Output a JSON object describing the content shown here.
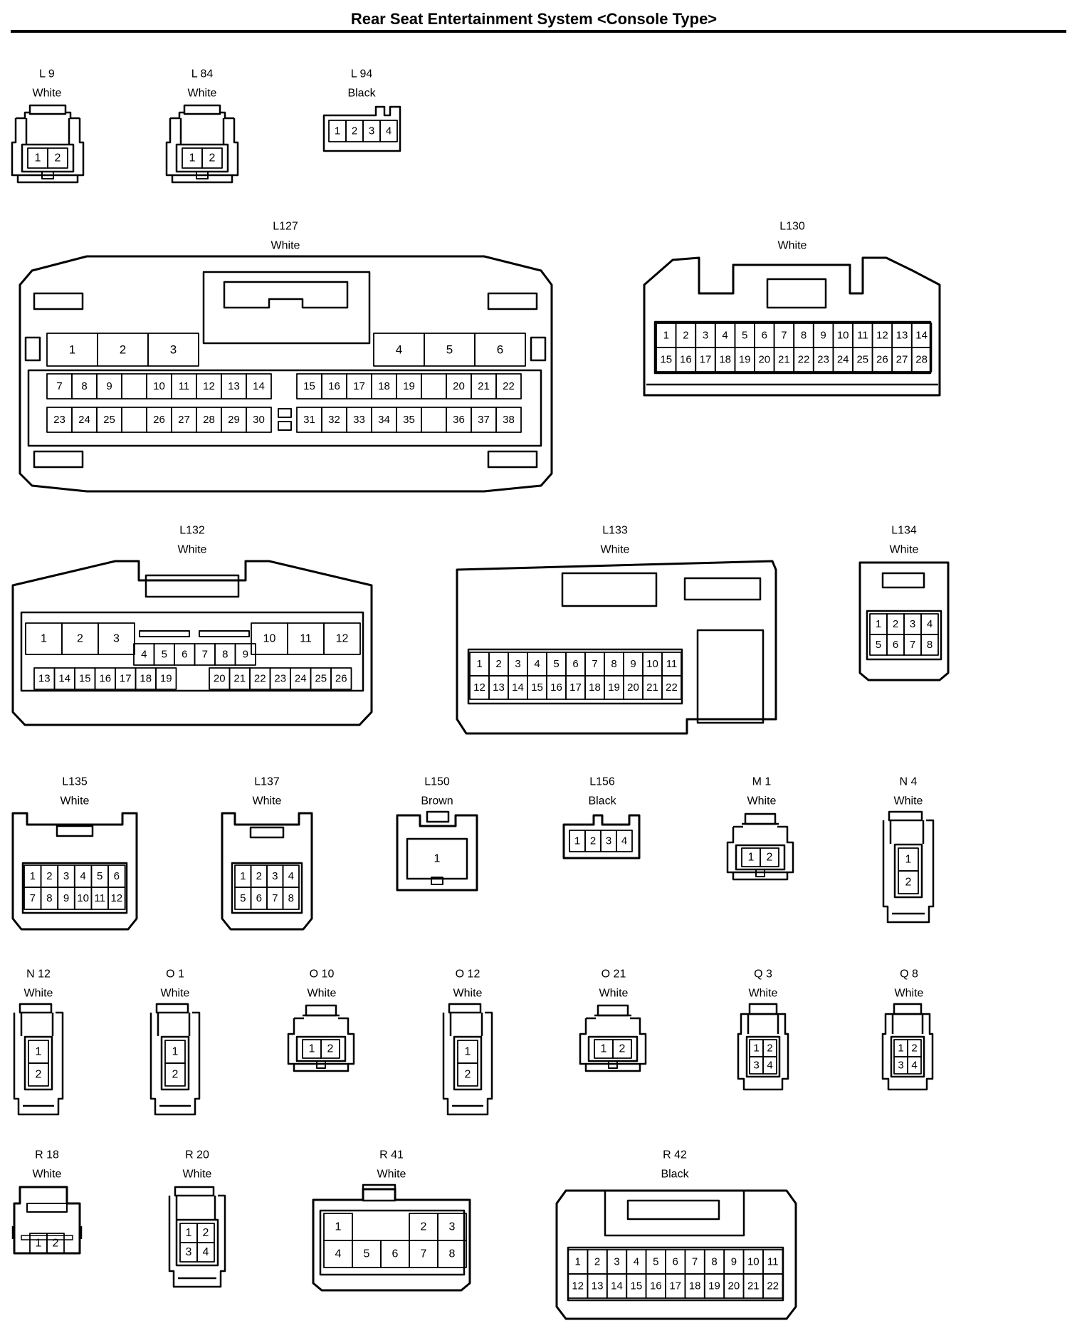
{
  "title": "Rear Seat Entertainment System <Console Type>",
  "connectors": [
    {
      "id": "L 9",
      "color": "White"
    },
    {
      "id": "L 84",
      "color": "White"
    },
    {
      "id": "L 94",
      "color": "Black"
    },
    {
      "id": "L127",
      "color": "White"
    },
    {
      "id": "L130",
      "color": "White"
    },
    {
      "id": "L132",
      "color": "White"
    },
    {
      "id": "L133",
      "color": "White"
    },
    {
      "id": "L134",
      "color": "White"
    },
    {
      "id": "L135",
      "color": "White"
    },
    {
      "id": "L137",
      "color": "White"
    },
    {
      "id": "L150",
      "color": "Brown"
    },
    {
      "id": "L156",
      "color": "Black"
    },
    {
      "id": "M 1",
      "color": "White"
    },
    {
      "id": "N 4",
      "color": "White"
    },
    {
      "id": "N 12",
      "color": "White"
    },
    {
      "id": "O 1",
      "color": "White"
    },
    {
      "id": "O 10",
      "color": "White"
    },
    {
      "id": "O 12",
      "color": "White"
    },
    {
      "id": "O 21",
      "color": "White"
    },
    {
      "id": "Q 3",
      "color": "White"
    },
    {
      "id": "Q 8",
      "color": "White"
    },
    {
      "id": "R 18",
      "color": "White"
    },
    {
      "id": "R 20",
      "color": "White"
    },
    {
      "id": "R 41",
      "color": "White"
    },
    {
      "id": "R 42",
      "color": "Black"
    }
  ]
}
